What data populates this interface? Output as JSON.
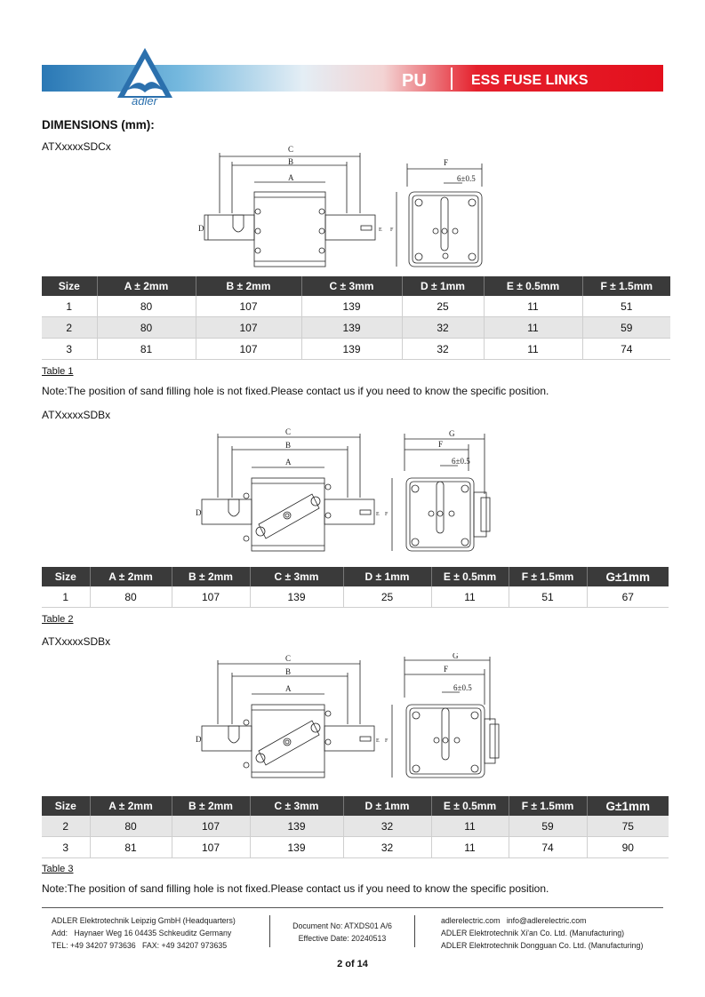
{
  "header": {
    "brand": "adler",
    "series": "PU",
    "title": "ESS FUSE LINKS",
    "brand_color": "#2b70ad",
    "accent_color": "#e3101d"
  },
  "section_title": "DIMENSIONS (mm):",
  "drawing_labels": {
    "a": "A",
    "b": "B",
    "c": "C",
    "d": "D",
    "e": "E",
    "f": "F",
    "g": "G",
    "tol": "6±0.5"
  },
  "blocks": [
    {
      "model": "ATXxxxxSDCx",
      "columns": [
        "Size",
        "A ± 2mm",
        "B ± 2mm",
        "C ± 3mm",
        "D ± 1mm",
        "E ± 0.5mm",
        "F ± 1.5mm"
      ],
      "rows": [
        [
          "1",
          "80",
          "107",
          "139",
          "25",
          "11",
          "51"
        ],
        [
          "2",
          "80",
          "107",
          "139",
          "32",
          "11",
          "59"
        ],
        [
          "3",
          "81",
          "107",
          "139",
          "32",
          "11",
          "74"
        ]
      ],
      "caption": "Table 1",
      "note": "Note:The position of sand filling hole is not fixed.Please contact us if you need to know the specific position."
    },
    {
      "model": "ATXxxxxSDBx",
      "columns": [
        "Size",
        "A ± 2mm",
        "B ± 2mm",
        "C ± 3mm",
        "D ± 1mm",
        "E ± 0.5mm",
        "F ± 1.5mm",
        "G±1mm"
      ],
      "rows": [
        [
          "1",
          "80",
          "107",
          "139",
          "25",
          "11",
          "51",
          "67"
        ]
      ],
      "caption": "Table 2"
    },
    {
      "model": "ATXxxxxSDBx",
      "columns": [
        "Size",
        "A ± 2mm",
        "B ± 2mm",
        "C ± 3mm",
        "D ± 1mm",
        "E ± 0.5mm",
        "F ± 1.5mm",
        "G±1mm"
      ],
      "rows": [
        [
          "2",
          "80",
          "107",
          "139",
          "32",
          "11",
          "59",
          "75"
        ],
        [
          "3",
          "81",
          "107",
          "139",
          "32",
          "11",
          "74",
          "90"
        ]
      ],
      "caption": "Table 3",
      "note": "Note:The position of sand filling hole is not fixed.Please contact us if you need to know the specific position."
    }
  ],
  "footer": {
    "left": [
      "ADLER Elektrotechnik Leipzig GmbH (Headquarters)",
      "Add:   Haynaer Weg 16 04435 Schkeuditz Germany",
      "TEL: +49 34207 973636   FAX: +49 34207 973635"
    ],
    "center": [
      "Document No: ATXDS01 A/6",
      "Effective Date: 20240513"
    ],
    "right": [
      "adlerelectric.com   info@adlerelectric.com",
      "ADLER Elektrotechnik Xi'an Co. Ltd. (Manufacturing)",
      "ADLER Elektrotechnik Dongguan Co. Ltd. (Manufacturing)"
    ],
    "page": "2 of 14"
  }
}
